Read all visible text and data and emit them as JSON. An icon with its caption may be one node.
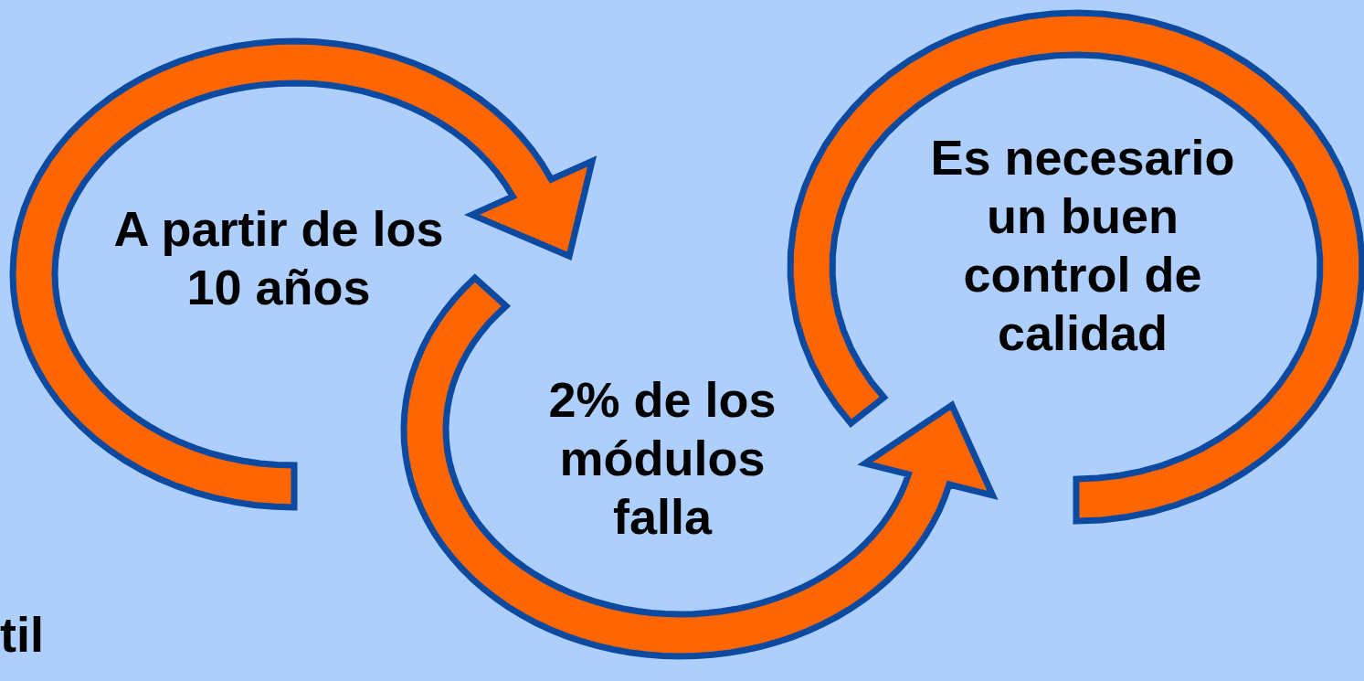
{
  "diagram": {
    "nodes": [
      {
        "text": [
          "A partir de los 10 años"
        ]
      },
      {
        "text": [
          "2% de los módulos falla"
        ]
      },
      {
        "text": [
          "Es necesario un buen control de calidad"
        ]
      }
    ],
    "edges": [
      {
        "from": 0,
        "to": 1,
        "arrow": "to"
      },
      {
        "from": 1,
        "to": 2,
        "arrow": "to"
      }
    ],
    "labels": [
      "til"
    ]
  }
}
